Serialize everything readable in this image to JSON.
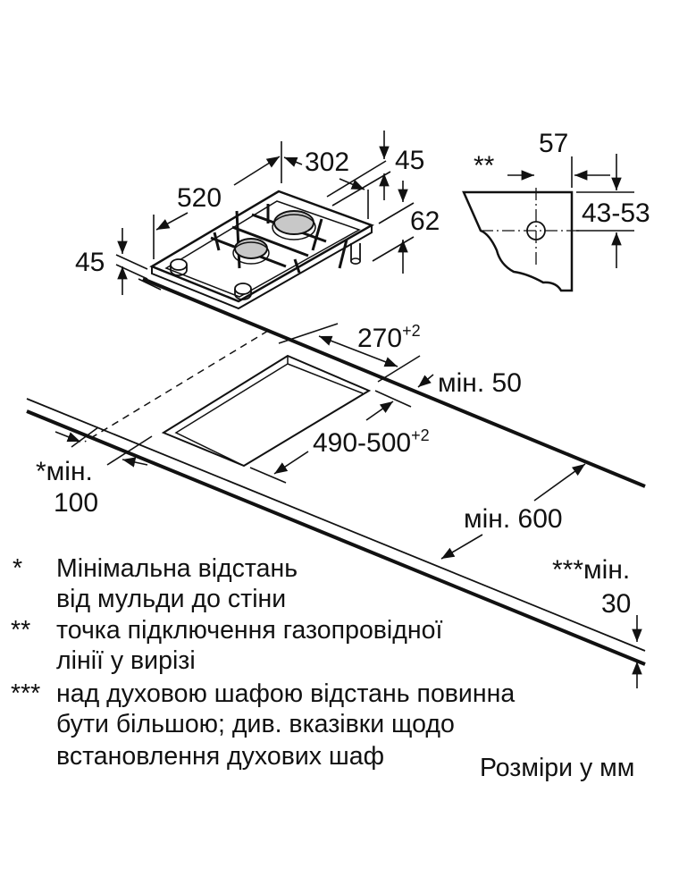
{
  "colors": {
    "ink": "#111111",
    "burner": "#c8c8c8",
    "background": "#ffffff"
  },
  "hob_dimensions": {
    "depth": "520",
    "width": "302",
    "height_top": "45",
    "height_left": "45",
    "under_depth": "62"
  },
  "gas_connection_detail": {
    "marker": "**",
    "offset": "57",
    "height_range": "43-53"
  },
  "cutout_dimensions": {
    "width": "270",
    "width_tolerance": "+2",
    "depth": "490-500",
    "depth_tolerance": "+2",
    "min_back": "мін. 50",
    "min_side_label": "*мін.",
    "min_side_value": "100",
    "min_counter_depth": "мін. 600",
    "min_front_label": "***мін.",
    "min_front_value": "30"
  },
  "notes": [
    {
      "marker": "*",
      "lines": [
        "Мінімальна відстань",
        "від мульди до стіни"
      ]
    },
    {
      "marker": "**",
      "lines": [
        "точка підключення газопровідної",
        "лінії у вирізі"
      ]
    },
    {
      "marker": "***",
      "lines": [
        "над духовою шафою відстань повинна",
        "бути більшою; див. вказівки щодо",
        "встановлення духових шаф"
      ]
    }
  ],
  "units_caption": "Розміри у мм"
}
